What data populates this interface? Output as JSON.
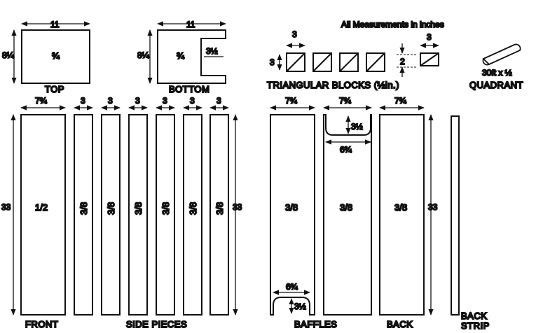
{
  "header": {
    "note": "All Measurements in inches"
  },
  "top_panel": {
    "label": "TOP",
    "width": "11",
    "height": "8¼",
    "thickness": "¾"
  },
  "bottom_panel": {
    "label": "BOTTOM",
    "width": "11",
    "height": "8¼",
    "thickness": "¾",
    "notch": "3½"
  },
  "triangular_blocks": {
    "label": "TRIANGULAR BLOCKS (½in.)",
    "width": "3",
    "height": "3",
    "gap": "2",
    "width2": "3",
    "count": 5
  },
  "quadrant": {
    "line1": "30ft x ½",
    "line2": "QUADRANT"
  },
  "front": {
    "label": "FRONT",
    "width": "7¾",
    "length": "33",
    "thickness": "1/2"
  },
  "side_pieces": {
    "label": "SIDE PIECES",
    "length": "33",
    "items": [
      {
        "width": "3",
        "thickness": "3/8"
      },
      {
        "width": "3",
        "thickness": "3/8"
      },
      {
        "width": "3",
        "thickness": "3/8"
      },
      {
        "width": "3",
        "thickness": "3/8"
      },
      {
        "width": "3",
        "thickness": "3/8"
      },
      {
        "width": "3",
        "thickness": "3/8"
      }
    ]
  },
  "baffles": {
    "label": "BAFFLES",
    "items": [
      {
        "width": "7¾",
        "thickness": "3/8",
        "cutout_width": "6¾",
        "cutout_depth": "3½"
      },
      {
        "width": "7¾",
        "thickness": "3/8",
        "cutout_width": "6¾",
        "cutout_depth": "3½"
      }
    ]
  },
  "back": {
    "label": "BACK",
    "width": "7¾",
    "length": "33",
    "thickness": "3/8"
  },
  "back_strip": {
    "line1": "BACK",
    "line2": "STRIP"
  }
}
